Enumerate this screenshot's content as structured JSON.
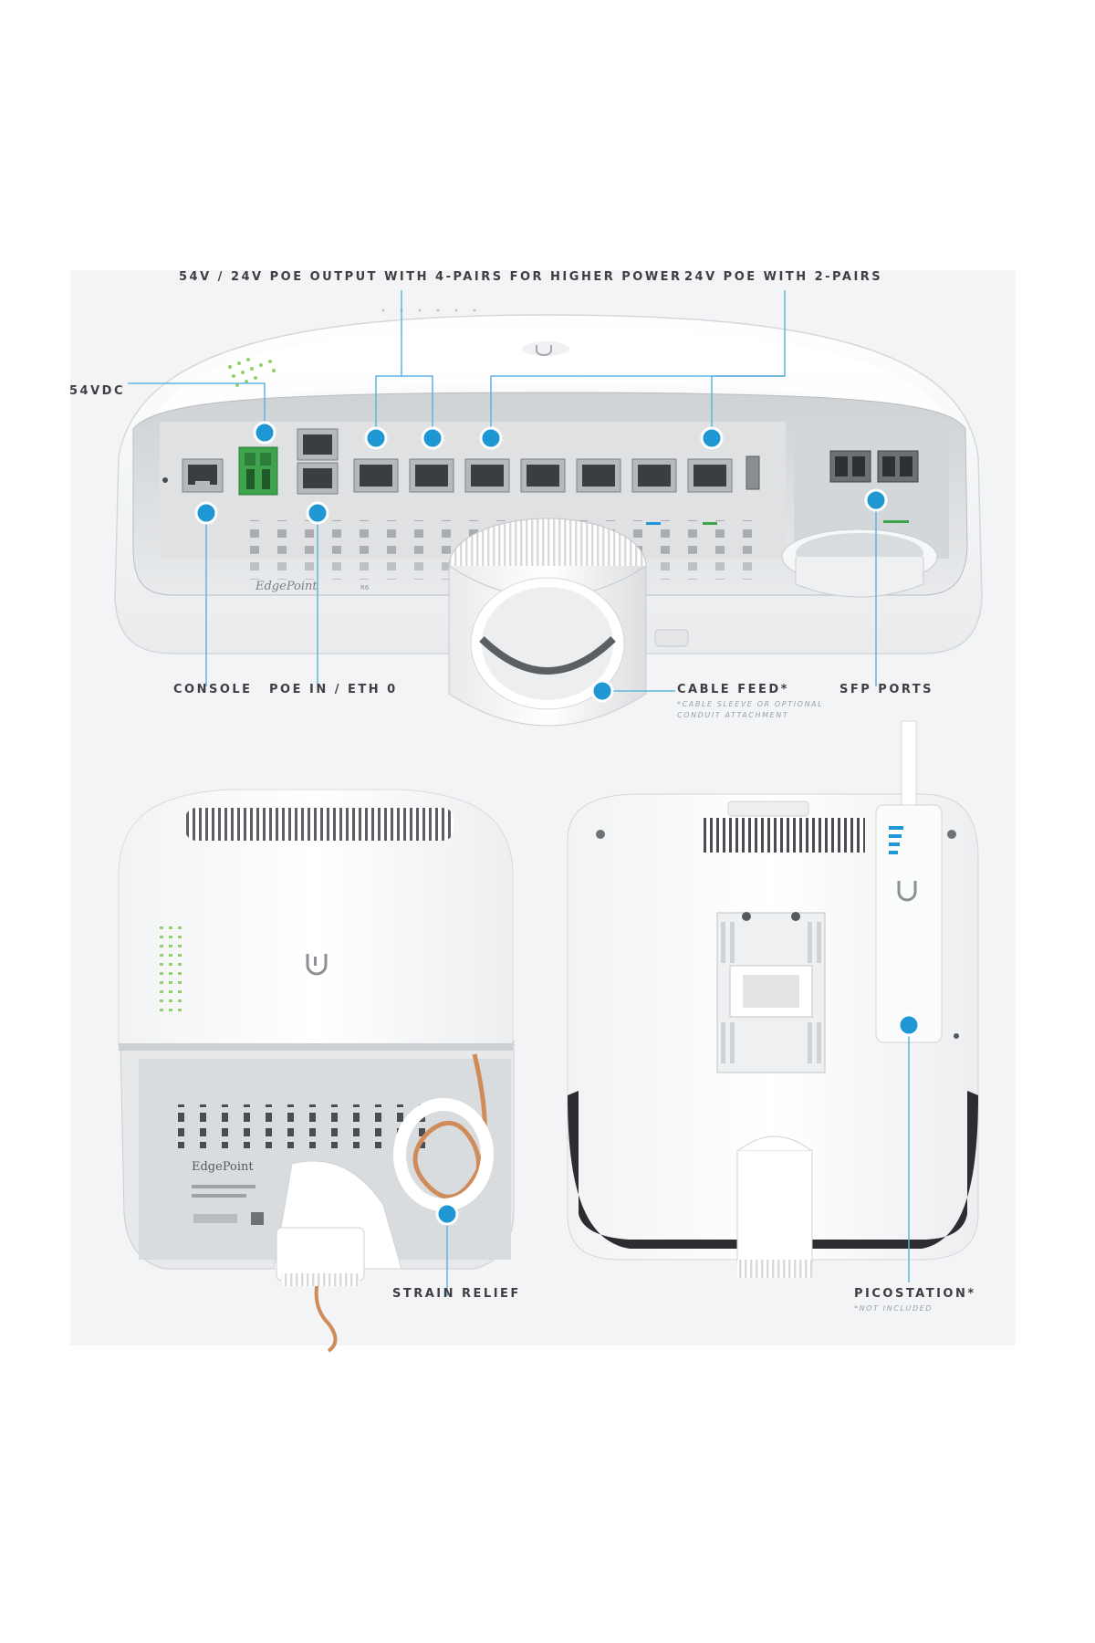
{
  "callouts": {
    "poe_4pairs": "54V / 24V POE OUTPUT WITH 4-PAIRS FOR HIGHER POWER",
    "poe_2pairs": "24V POE WITH 2-PAIRS",
    "dc_input": "54VDC",
    "console": "CONSOLE",
    "poe_in": "POE IN / ETH 0",
    "cable_feed": "CABLE FEED*",
    "cable_feed_note_1": "*CABLE SLEEVE OR OPTIONAL",
    "cable_feed_note_2": "CONDUIT ATTACHMENT",
    "sfp_ports": "SFP PORTS",
    "strain_relief": "STRAIN RELIEF",
    "picostation": "PICOSTATION*",
    "picostation_note": "*NOT INCLUDED"
  },
  "product": {
    "brand_mark": "U",
    "model": "EdgePoint",
    "model_sub": "R6"
  },
  "colors": {
    "accent": "#1e97d4",
    "leader_line": "#5fb3df",
    "terminal_green": "#3fa34d",
    "status_green": "#8fd16a",
    "cable_copper": "#d08b5b",
    "device_white": "#fbfbfb",
    "interior_gray": "#e3e5e7"
  },
  "icons": [
    "ubiquiti-logo-icon",
    "rj45-port-icon",
    "sfp-cage-icon",
    "callout-dot-icon"
  ]
}
